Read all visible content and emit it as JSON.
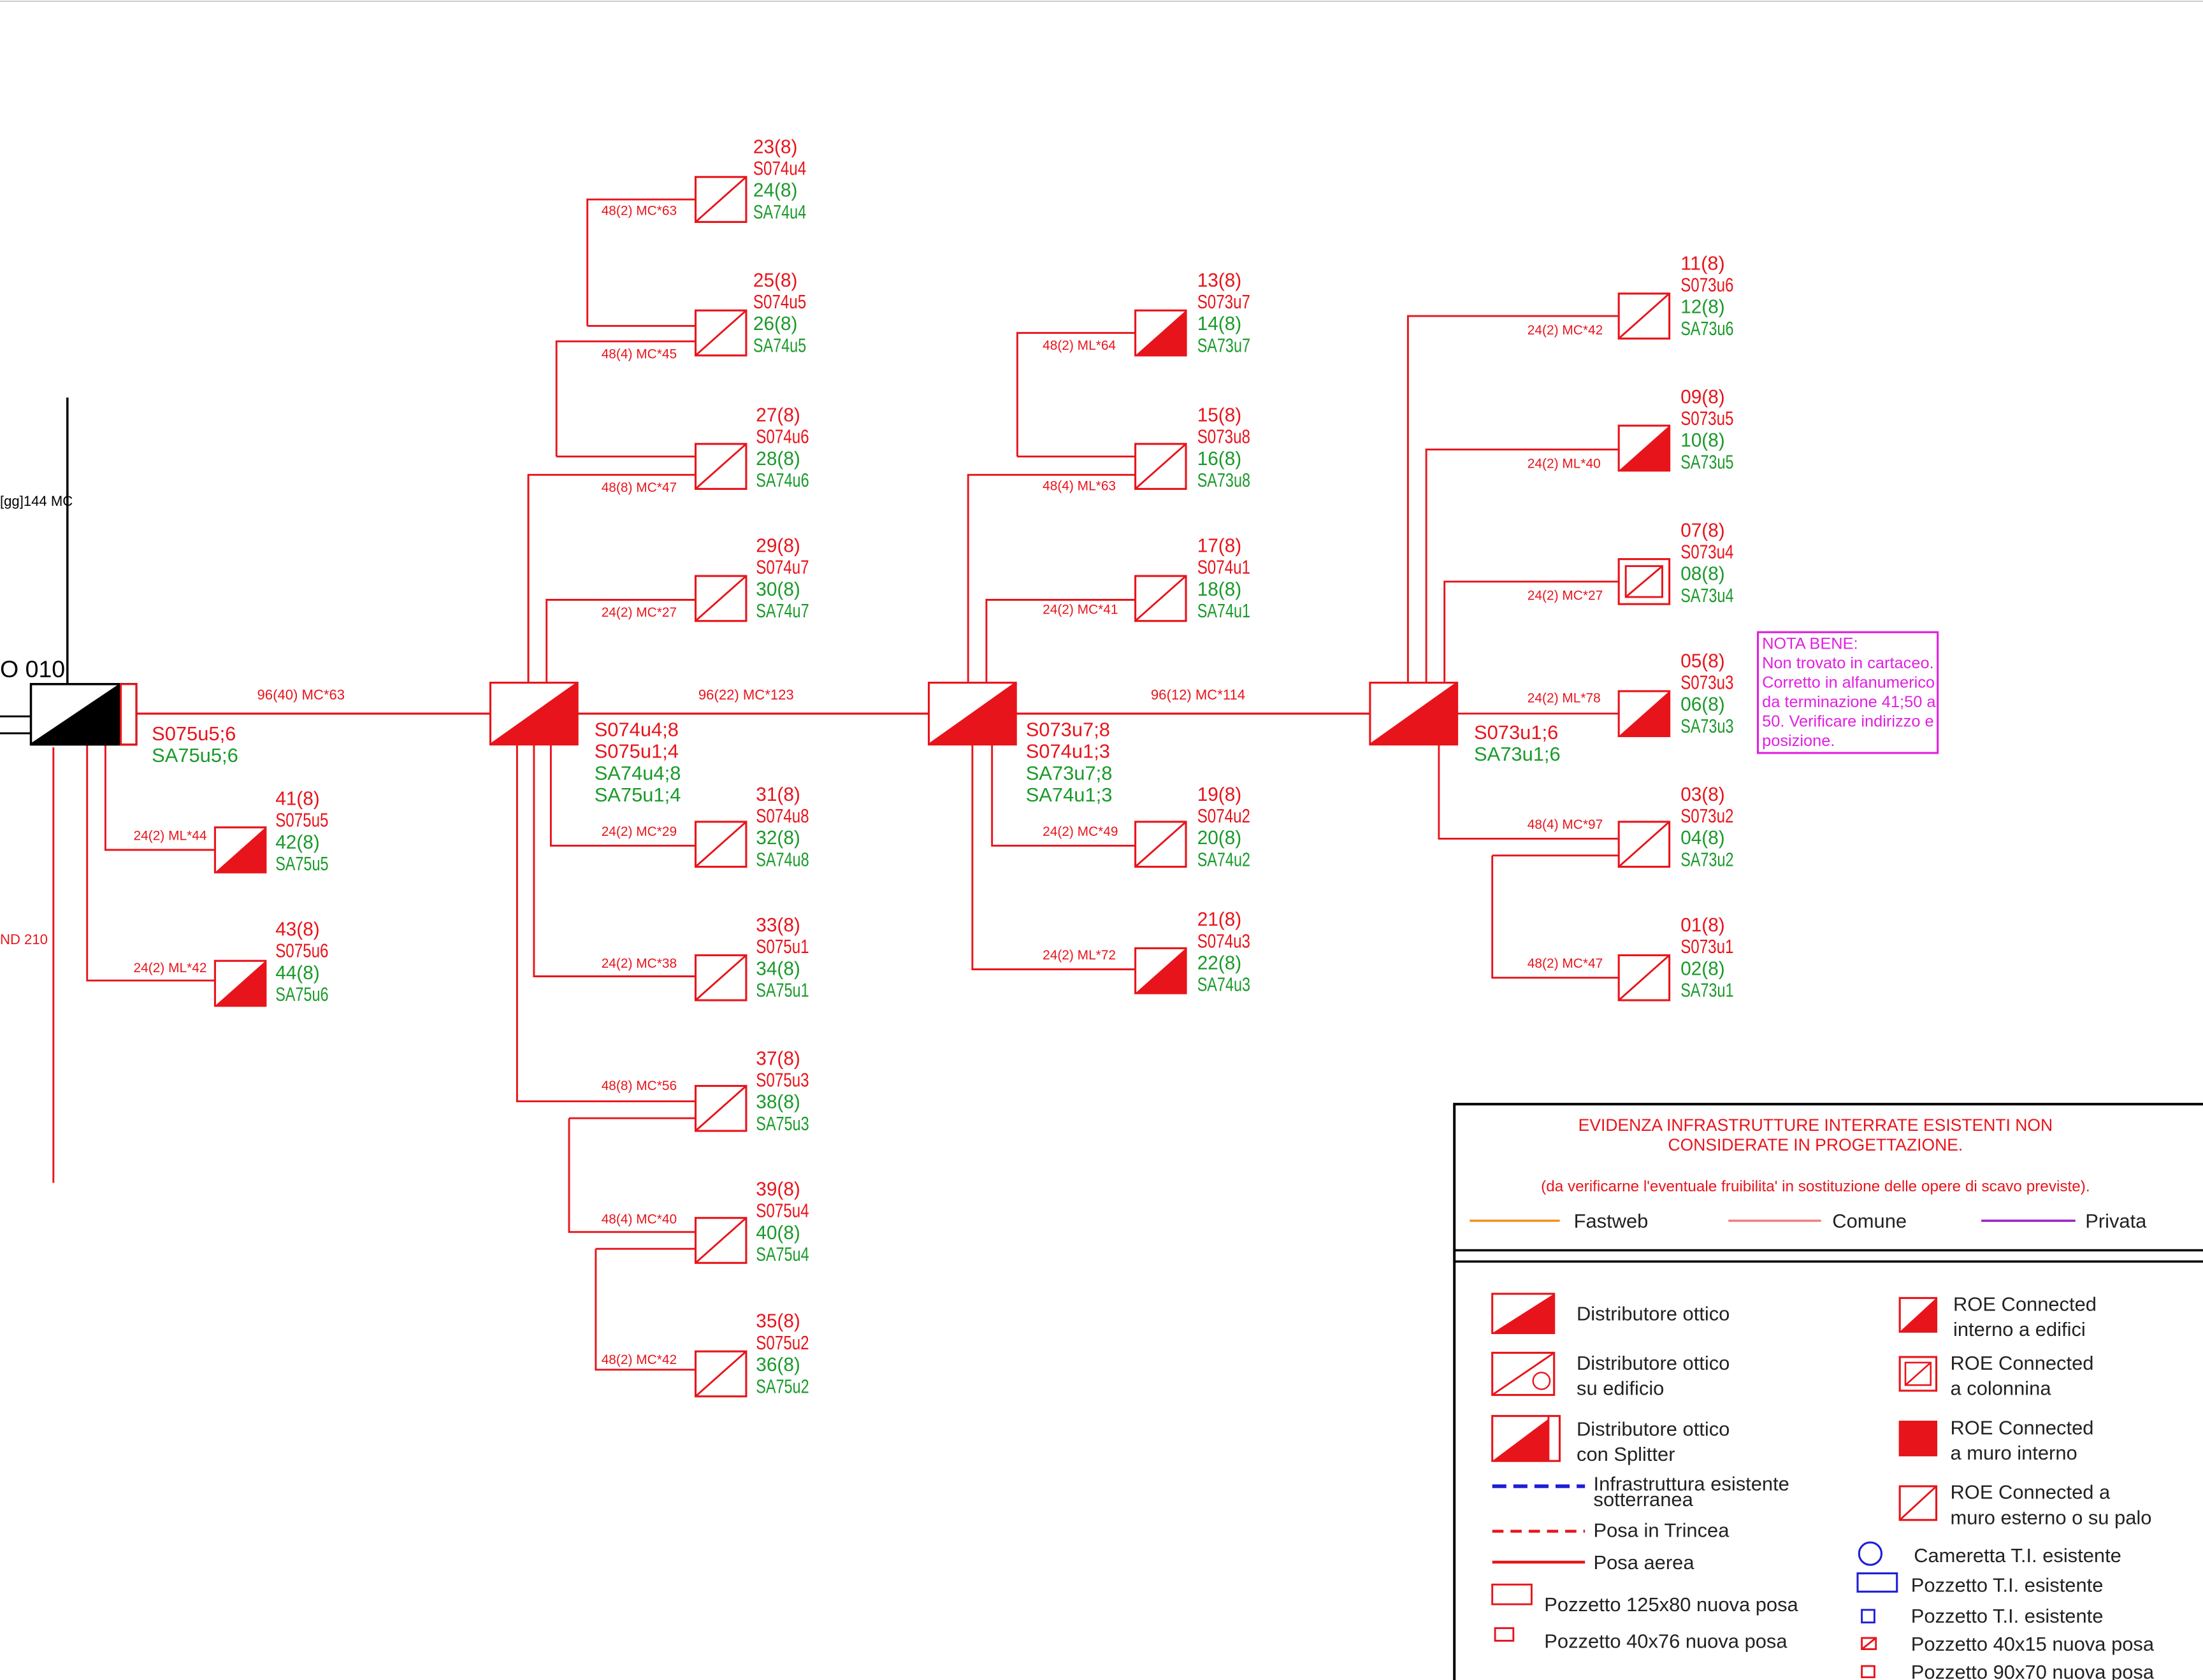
{
  "colors": {
    "red": "#e8141b",
    "green": "#1a9a2a",
    "black": "#000000",
    "blue": "#1f1fd6",
    "magenta": "#e020e0",
    "orange": "#f0901a",
    "pink": "#f08080",
    "purple": "#9a20c8"
  },
  "trunk": {
    "label": "[gg]144 MC",
    "node_label": "O 010",
    "down_label": "ND 210"
  },
  "main_cables": [
    "96(40) MC*63",
    "96(22) MC*123",
    "96(12) MC*114"
  ],
  "hubs": [
    {
      "lines": [
        "S075u5;6",
        "SA75u5;6"
      ]
    },
    {
      "lines": [
        "S074u4;8",
        "S075u1;4",
        "SA74u4;8",
        "SA75u1;4"
      ]
    },
    {
      "lines": [
        "S073u7;8",
        "S074u1;3",
        "SA73u7;8",
        "SA74u1;3"
      ]
    },
    {
      "lines": [
        "S073u1;6",
        "SA73u1;6"
      ]
    }
  ],
  "branches": [
    {
      "cable": "24(2) ML*44",
      "labels": [
        "41(8)",
        "S075u5",
        "42(8)",
        "SA75u5"
      ]
    },
    {
      "cable": "24(2) ML*42",
      "labels": [
        "43(8)",
        "S075u6",
        "44(8)",
        "SA75u6"
      ]
    },
    {
      "cable": "48(2) MC*63",
      "labels": [
        "23(8)",
        "S074u4",
        "24(8)",
        "SA74u4"
      ]
    },
    {
      "cable": "48(4) MC*45",
      "labels": [
        "25(8)",
        "S074u5",
        "26(8)",
        "SA74u5"
      ]
    },
    {
      "cable": "48(8) MC*47",
      "labels": [
        "27(8)",
        "S074u6",
        "28(8)",
        "SA74u6"
      ]
    },
    {
      "cable": "24(2) MC*27",
      "labels": [
        "29(8)",
        "S074u7",
        "30(8)",
        "SA74u7"
      ]
    },
    {
      "cable": "24(2) MC*29",
      "labels": [
        "31(8)",
        "S074u8",
        "32(8)",
        "SA74u8"
      ]
    },
    {
      "cable": "24(2) MC*38",
      "labels": [
        "33(8)",
        "S075u1",
        "34(8)",
        "SA75u1"
      ]
    },
    {
      "cable": "48(8) MC*56",
      "labels": [
        "37(8)",
        "S075u3",
        "38(8)",
        "SA75u3"
      ]
    },
    {
      "cable": "48(4) MC*40",
      "labels": [
        "39(8)",
        "S075u4",
        "40(8)",
        "SA75u4"
      ]
    },
    {
      "cable": "48(2) MC*42",
      "labels": [
        "35(8)",
        "S075u2",
        "36(8)",
        "SA75u2"
      ]
    },
    {
      "cable": "48(2) ML*64",
      "labels": [
        "13(8)",
        "S073u7",
        "14(8)",
        "SA73u7"
      ]
    },
    {
      "cable": "48(4) ML*63",
      "labels": [
        "15(8)",
        "S073u8",
        "16(8)",
        "SA73u8"
      ]
    },
    {
      "cable": "24(2) MC*41",
      "labels": [
        "17(8)",
        "S074u1",
        "18(8)",
        "SA74u1"
      ]
    },
    {
      "cable": "24(2) MC*49",
      "labels": [
        "19(8)",
        "S074u2",
        "20(8)",
        "SA74u2"
      ]
    },
    {
      "cable": "24(2) ML*72",
      "labels": [
        "21(8)",
        "S074u3",
        "22(8)",
        "SA74u3"
      ]
    },
    {
      "cable": "24(2) MC*42",
      "labels": [
        "11(8)",
        "S073u6",
        "12(8)",
        "SA73u6"
      ]
    },
    {
      "cable": "24(2) ML*40",
      "labels": [
        "09(8)",
        "S073u5",
        "10(8)",
        "SA73u5"
      ]
    },
    {
      "cable": "24(2) MC*27",
      "labels": [
        "07(8)",
        "S073u4",
        "08(8)",
        "SA73u4"
      ]
    },
    {
      "cable": "24(2) ML*78",
      "labels": [
        "05(8)",
        "S073u3",
        "06(8)",
        "SA73u3"
      ]
    },
    {
      "cable": "48(4) MC*97",
      "labels": [
        "03(8)",
        "S073u2",
        "04(8)",
        "SA73u2"
      ]
    },
    {
      "cable": "48(2) MC*47",
      "labels": [
        "01(8)",
        "S073u1",
        "02(8)",
        "SA73u1"
      ]
    }
  ],
  "note": {
    "lines": [
      "NOTA BENE:",
      "Non trovato in cartaceo.",
      "Corretto in alfanumerico",
      "da terminazione 41;50 a",
      "50. Verificare indirizzo e",
      "posizione."
    ]
  },
  "legend": {
    "header": [
      "EVIDENZA INFRASTRUTTURE INTERRATE ESISTENTI NON",
      "CONSIDERATE IN PROGETTAZIONE."
    ],
    "subheader": "(da verificarne l'eventuale fruibilita' in sostituzione delle opere di scavo previste).",
    "owners": [
      "Fastweb",
      "Comune",
      "Privata"
    ],
    "items_left": [
      [
        "Distributore ottico"
      ],
      [
        "Distributore ottico",
        "su edificio"
      ],
      [
        "Distributore ottico",
        "con Splitter"
      ],
      [
        "Infrastruttura esistente",
        "sotterranea"
      ],
      [
        "Posa in Trincea"
      ],
      [
        "Posa aerea"
      ],
      [
        "Pozzetto 125x80 nuova posa"
      ],
      [
        "Pozzetto 40x76 nuova posa"
      ]
    ],
    "items_right": [
      [
        "ROE Connected",
        "interno a edifici"
      ],
      [
        "ROE Connected",
        "a colonnina"
      ],
      [
        "ROE Connected",
        "a muro interno"
      ],
      [
        "ROE Connected a",
        "muro esterno o su palo"
      ],
      [
        "Cameretta T.I. esistente"
      ],
      [
        "Pozzetto T.I. esistente"
      ],
      [
        "Pozzetto T.I. esistente"
      ],
      [
        "Pozzetto 40x15 nuova posa"
      ],
      [
        "Pozzetto 90x70 nuova posa"
      ]
    ]
  }
}
